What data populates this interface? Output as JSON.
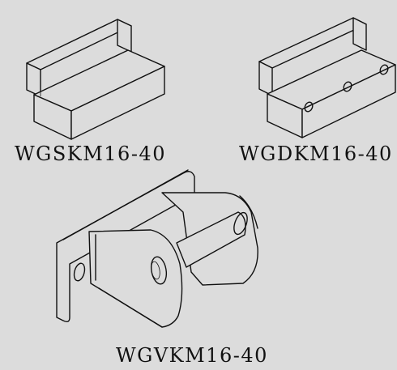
{
  "parts": [
    {
      "label": "WGSKM16-40"
    },
    {
      "label": "WGDKM16-40"
    },
    {
      "label": "WGVKM16-40"
    }
  ]
}
